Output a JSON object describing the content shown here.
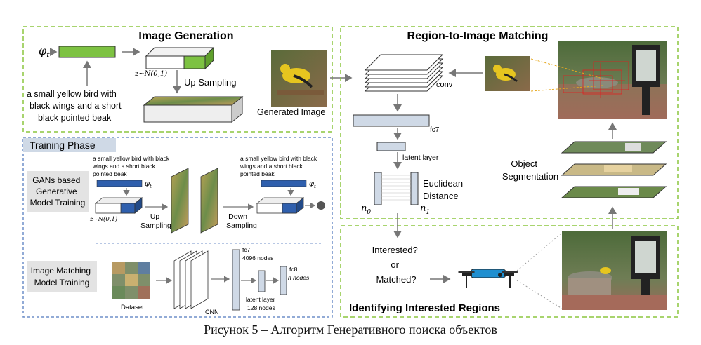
{
  "sections": {
    "image_generation": "Image Generation",
    "region_matching": "Region-to-Image Matching",
    "training_phase": "Training Phase",
    "identifying": "Identifying Interested Regions"
  },
  "generation": {
    "phi_t": "φ",
    "phi_sub": "t",
    "text_desc": [
      "a small yellow bird with",
      "black wings and a short",
      "black pointed beak"
    ],
    "noise": "z~N(0,1)",
    "up_sampling": "Up Sampling",
    "generated_image": "Generated Image"
  },
  "matching": {
    "conv": "conv",
    "fc7": "fc7",
    "latent_layer": "latent layer",
    "euclidean": [
      "Euclidean",
      "Distance"
    ],
    "n0": "n",
    "n0_sub": "0",
    "n1": "n",
    "n1_sub": "1",
    "object_segmentation": [
      "Object",
      "Segmentation"
    ]
  },
  "training": {
    "gans_label": [
      "GANs based",
      "Generative",
      "Model Training"
    ],
    "text_left": [
      "a small yellow bird with black",
      "wings and a short black",
      "pointed beak"
    ],
    "text_right": [
      "a small yellow bird with black",
      "wings and a short black",
      "pointed beak"
    ],
    "phi_t": "φ",
    "phi_sub": "t",
    "noise": "z~N(0,1)",
    "up_sampling": [
      "Up",
      "Sampling"
    ],
    "down_sampling": [
      "Down",
      "Sampling"
    ],
    "matching_label": [
      "Image Matching",
      "Model Training"
    ],
    "dataset": "Dataset",
    "cnn": "CNN",
    "fc7": [
      "fc7",
      "4096 nodes"
    ],
    "latent": [
      "latent layer",
      "128 nodes"
    ],
    "fc8": [
      "fc8",
      "n nodes"
    ]
  },
  "identifying": {
    "questions": [
      "Interested?",
      "or",
      "Matched?"
    ]
  },
  "caption": "Рисунок 5 – Алгоритм Генеративного поиска объектов",
  "colors": {
    "dashed_green": "#8cc63f",
    "dashed_blue": "#6f8fc8",
    "bar_green": "#7dc242",
    "bar_blue": "#2f5fad",
    "panel_fill": "#cfd9e6",
    "arrow": "#777777"
  }
}
